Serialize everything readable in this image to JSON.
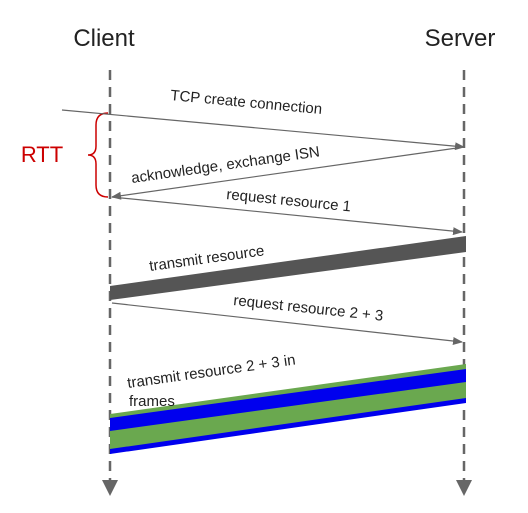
{
  "headers": {
    "client": "Client",
    "server": "Server"
  },
  "rtt": {
    "label": "RTT"
  },
  "messages": {
    "tcp_create": "TCP create connection",
    "acknowledge": "acknowledge, exchange ISN",
    "request_1": "request resource 1",
    "transmit_1": "transmit resource",
    "request_23": "request resource 2 + 3",
    "transmit_23_line1": "transmit resource 2 + 3 in",
    "transmit_23_line2": "frames"
  },
  "colors": {
    "lifeline": "#666666",
    "arrow": "#666666",
    "rtt": "#cc0000",
    "transmit_bar": "#555555",
    "frame_green": "#6aa84f",
    "frame_blue": "#0000ee"
  }
}
